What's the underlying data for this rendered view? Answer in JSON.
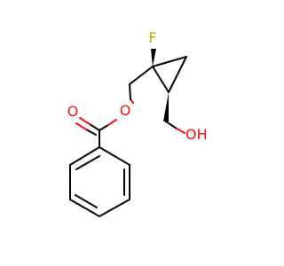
{
  "molecule": {
    "atoms": {
      "fluorine": {
        "symbol": "F",
        "color": "#b3b300"
      },
      "ester_oxygen": {
        "symbol": "O",
        "color": "#ff0d0d"
      },
      "carbonyl_oxygen": {
        "symbol": "O",
        "color": "#ff0d0d"
      },
      "hydroxyl": {
        "symbol": "OH",
        "color": "#ff0d0d"
      }
    },
    "colors": {
      "bond": "#000000",
      "oxygen": "#ff0d0d",
      "fluorine": "#b3b300",
      "background": "#ffffff"
    }
  }
}
